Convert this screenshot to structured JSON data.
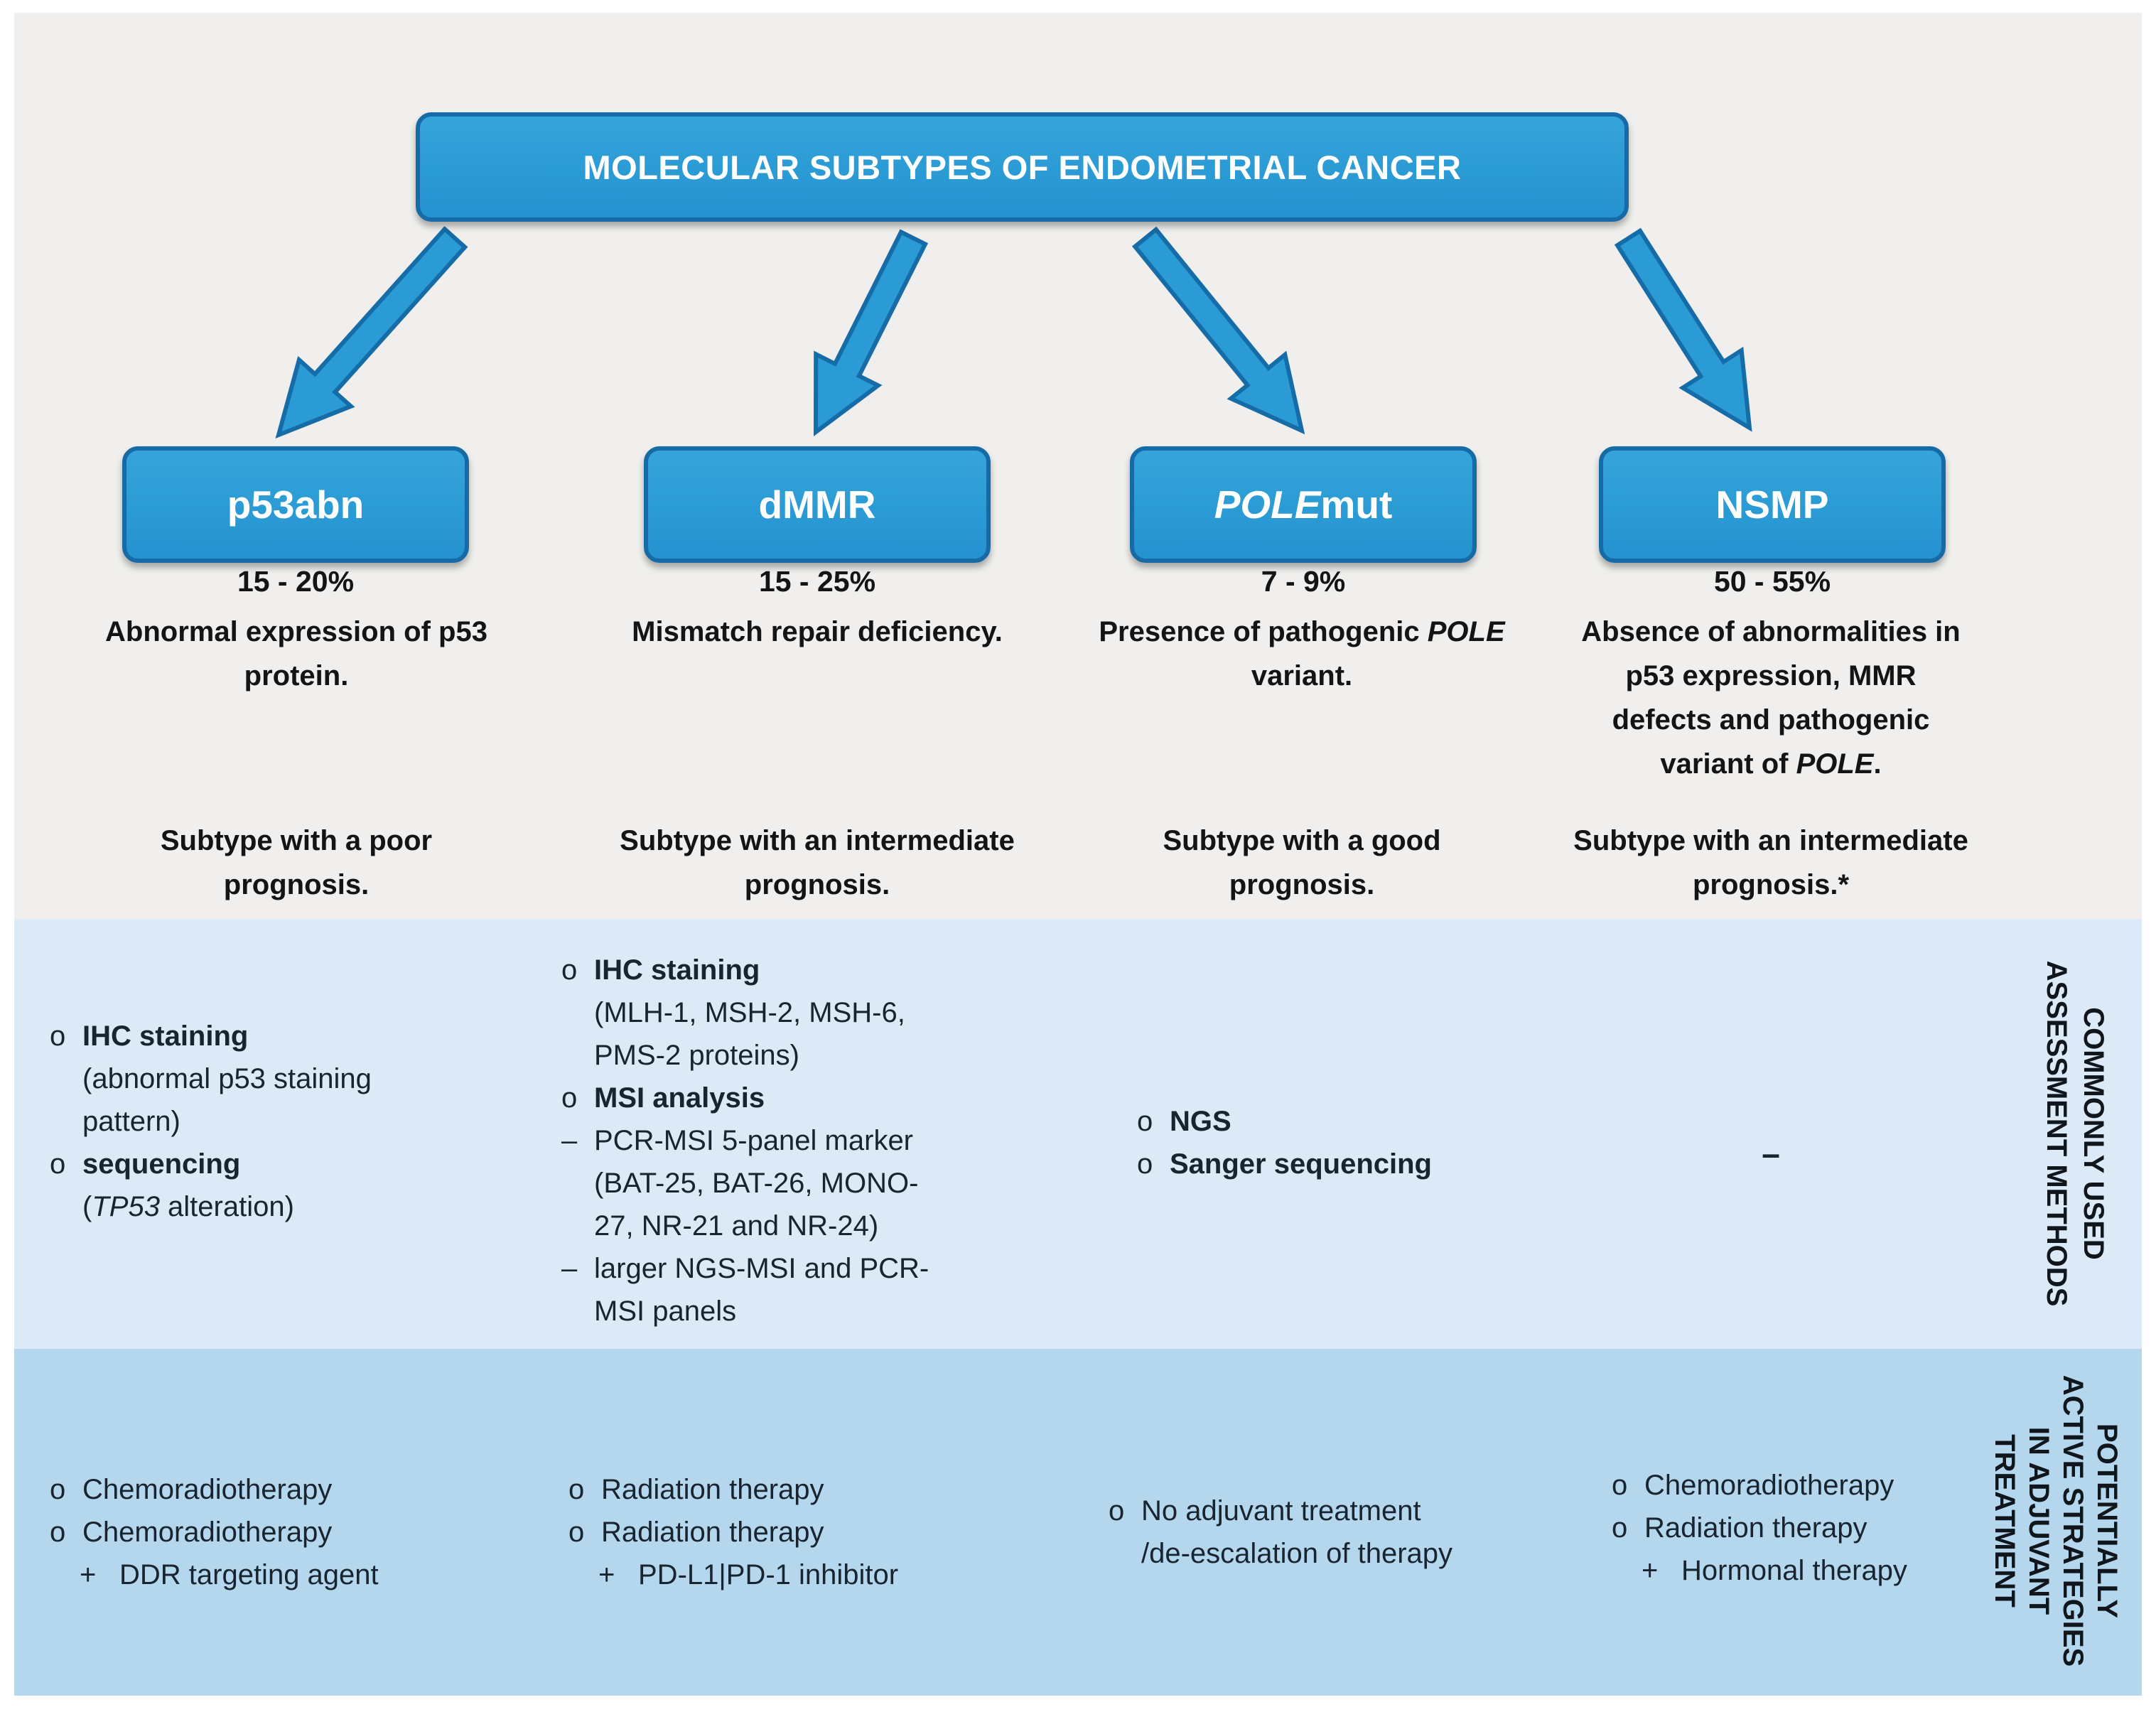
{
  "title": "MOLECULAR SUBTYPES OF ENDOMETRIAL CANCER",
  "colors": {
    "box_fill": "#2b9bd5",
    "box_border": "#166ba6",
    "background_top": "#f0efed",
    "band_assessment": "#dce9f6",
    "band_treatment": "#b4d7ee"
  },
  "subtypes": [
    {
      "name": [
        {
          "t": "p53abn"
        }
      ],
      "prevalence": "15 - 20%",
      "description": [
        {
          "t": "Abnormal expression of p53 protein."
        }
      ],
      "prognosis": "Subtype with a poor prognosis."
    },
    {
      "name": [
        {
          "t": "dMMR"
        }
      ],
      "prevalence": "15 - 25%",
      "description": [
        {
          "t": "Mismatch repair deficiency."
        }
      ],
      "prognosis": "Subtype with an intermediate prognosis."
    },
    {
      "name": [
        {
          "t": "POLE",
          "i": true
        },
        {
          "t": "mut"
        }
      ],
      "prevalence": "7 - 9%",
      "description": [
        {
          "t": "Presence of pathogenic "
        },
        {
          "t": "POLE",
          "i": true
        },
        {
          "t": " variant."
        }
      ],
      "prognosis": "Subtype with a good prognosis."
    },
    {
      "name": [
        {
          "t": "NSMP"
        }
      ],
      "prevalence": "50 - 55%",
      "description": [
        {
          "t": "Absence of abnormalities in p53 expression, MMR defects and pathogenic variant of "
        },
        {
          "t": "POLE",
          "i": true
        },
        {
          "t": "."
        }
      ],
      "prognosis": "Subtype with an intermediate prognosis.*"
    }
  ],
  "assessment": {
    "label_lines": [
      "COMMONLY USED",
      "ASSESSMENT METHODS"
    ],
    "columns": [
      {
        "items": [
          {
            "marker": "o",
            "segments": [
              {
                "t": "IHC staining",
                "b": true
              }
            ]
          },
          {
            "marker": "",
            "segments": [
              {
                "t": "(abnormal p53 staining pattern)"
              }
            ]
          },
          {
            "marker": "o",
            "segments": [
              {
                "t": "sequencing",
                "b": true
              }
            ]
          },
          {
            "marker": "",
            "segments": [
              {
                "t": "("
              },
              {
                "t": "TP53",
                "i": true
              },
              {
                "t": " alteration)"
              }
            ]
          }
        ]
      },
      {
        "items": [
          {
            "marker": "o",
            "segments": [
              {
                "t": "IHC staining",
                "b": true
              }
            ]
          },
          {
            "marker": "",
            "segments": [
              {
                "t": "(MLH-1, MSH-2, MSH-6, PMS-2 proteins)"
              }
            ]
          },
          {
            "marker": "o",
            "segments": [
              {
                "t": "MSI analysis",
                "b": true
              }
            ]
          },
          {
            "marker": "–",
            "segments": [
              {
                "t": "PCR-MSI 5-panel marker (BAT-25, BAT-26, MONO-27, NR-21 and NR-24)"
              }
            ]
          },
          {
            "marker": "–",
            "segments": [
              {
                "t": "larger NGS-MSI and PCR-MSI panels"
              }
            ]
          }
        ]
      },
      {
        "items": [
          {
            "marker": "o",
            "segments": [
              {
                "t": "NGS",
                "b": true
              }
            ]
          },
          {
            "marker": "o",
            "segments": [
              {
                "t": "Sanger sequencing",
                "b": true
              }
            ]
          }
        ]
      },
      {
        "dash": "–"
      }
    ]
  },
  "treatment": {
    "label_lines": [
      "POTENTIALLY",
      "ACTIVE STRATEGIES",
      "IN ADJUVANT",
      "TREATMENT"
    ],
    "columns": [
      {
        "items": [
          {
            "marker": "o",
            "segments": [
              {
                "t": "Chemoradiotherapy"
              }
            ]
          },
          {
            "marker": "o",
            "segments": [
              {
                "t": "Chemoradiotherapy"
              }
            ]
          },
          {
            "marker": "+",
            "segments": [
              {
                "t": "DDR targeting agent"
              }
            ]
          }
        ]
      },
      {
        "items": [
          {
            "marker": "o",
            "segments": [
              {
                "t": "Radiation therapy"
              }
            ]
          },
          {
            "marker": "o",
            "segments": [
              {
                "t": "Radiation therapy"
              }
            ]
          },
          {
            "marker": "+",
            "segments": [
              {
                "t": "PD-L1|PD-1 inhibitor"
              }
            ]
          }
        ]
      },
      {
        "items": [
          {
            "marker": "o",
            "segments": [
              {
                "t": "No adjuvant treatment"
              }
            ]
          },
          {
            "marker": "",
            "segments": [
              {
                "t": "/de-escalation of therapy"
              }
            ]
          }
        ]
      },
      {
        "items": [
          {
            "marker": "o",
            "segments": [
              {
                "t": "Chemoradiotherapy"
              }
            ]
          },
          {
            "marker": "o",
            "segments": [
              {
                "t": "Radiation therapy"
              }
            ]
          },
          {
            "marker": "+",
            "segments": [
              {
                "t": "Hormonal therapy"
              }
            ]
          }
        ]
      }
    ]
  }
}
